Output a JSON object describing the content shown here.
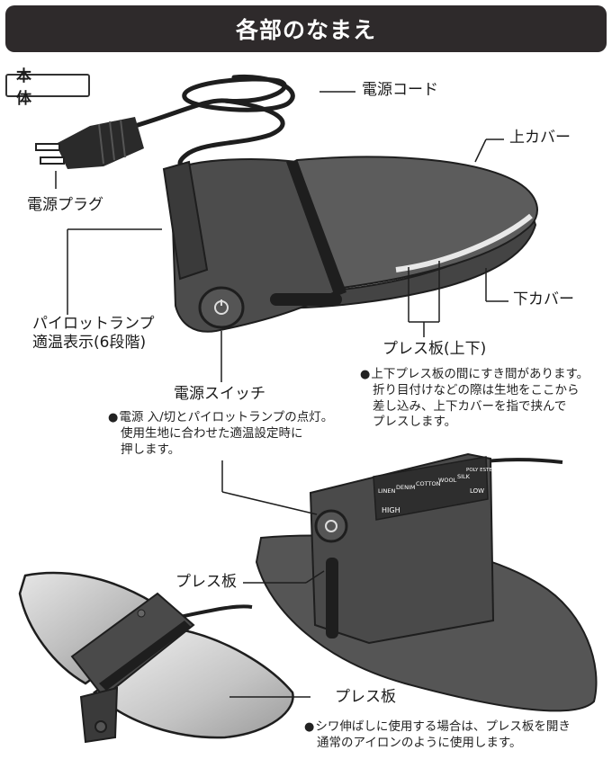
{
  "header": {
    "title": "各部のなまえ"
  },
  "section": {
    "label": "本 体"
  },
  "labels": {
    "power_cord": "電源コード",
    "upper_cover": "上カバー",
    "power_plug": "電源プラグ",
    "lower_cover": "下カバー",
    "pilot_lamp_line1": "パイロットランプ",
    "pilot_lamp_line2": "適温表示(6段階)",
    "press_plate_upper_lower": "プレス板(上下)",
    "power_switch": "電源スイッチ",
    "press_plate_a": "プレス板",
    "press_plate_b": "プレス板"
  },
  "notes": {
    "press_plate": {
      "bullet": "●",
      "lines": [
        "上下プレス板の間にすき間があります。",
        "折り目付けなどの際は生地をここから",
        "差し込み、上下カバーを指で挟んで",
        "プレスします。"
      ]
    },
    "power_switch": {
      "bullet": "●",
      "lines": [
        "電源 入/切とパイロットランプの点灯。",
        "使用生地に合わせた適温設定時に",
        "押します。"
      ]
    },
    "open_plate": {
      "bullet": "●",
      "lines": [
        "シワ伸ばしに使用する場合は、プレス板を開き",
        "通常のアイロンのように使用します。"
      ]
    }
  },
  "temp_panel": {
    "fabrics": [
      "LINEN",
      "DENIM",
      "COTTON",
      "WOOL",
      "SILK",
      "POLY ESTER"
    ],
    "levels": [
      "HIGH",
      "LOW"
    ]
  }
}
